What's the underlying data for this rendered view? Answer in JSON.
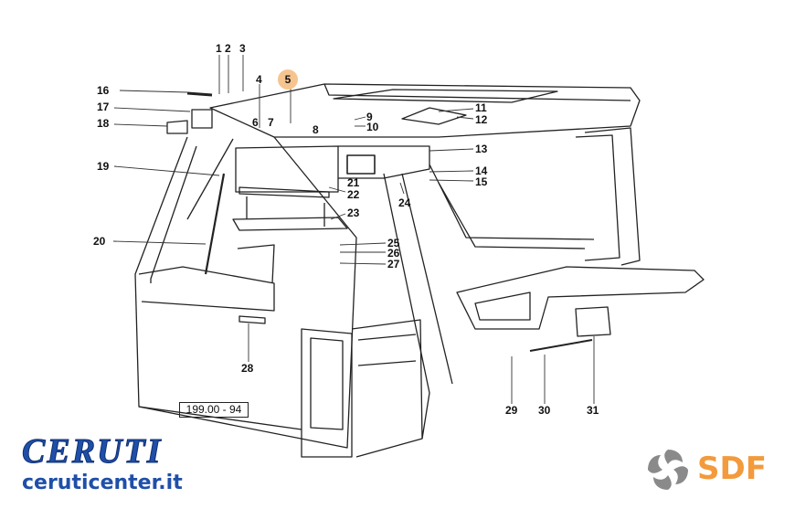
{
  "diagram": {
    "parts": [
      {
        "id": "p1",
        "label": "1"
      },
      {
        "id": "p2",
        "label": "2"
      },
      {
        "id": "p3",
        "label": "3"
      },
      {
        "id": "p4",
        "label": "4"
      },
      {
        "id": "p5",
        "label": "5"
      },
      {
        "id": "p6",
        "label": "6"
      },
      {
        "id": "p7",
        "label": "7"
      },
      {
        "id": "p8",
        "label": "8"
      },
      {
        "id": "p9",
        "label": "9"
      },
      {
        "id": "p10",
        "label": "10"
      },
      {
        "id": "p11",
        "label": "11"
      },
      {
        "id": "p12",
        "label": "12"
      },
      {
        "id": "p13",
        "label": "13"
      },
      {
        "id": "p14",
        "label": "14"
      },
      {
        "id": "p15",
        "label": "15"
      },
      {
        "id": "p16",
        "label": "16"
      },
      {
        "id": "p17",
        "label": "17"
      },
      {
        "id": "p18",
        "label": "18"
      },
      {
        "id": "p19",
        "label": "19"
      },
      {
        "id": "p20",
        "label": "20"
      },
      {
        "id": "p21",
        "label": "21"
      },
      {
        "id": "p22",
        "label": "22"
      },
      {
        "id": "p23",
        "label": "23"
      },
      {
        "id": "p24",
        "label": "24"
      },
      {
        "id": "p25",
        "label": "25"
      },
      {
        "id": "p26",
        "label": "26"
      },
      {
        "id": "p27",
        "label": "27"
      },
      {
        "id": "p28",
        "label": "28"
      },
      {
        "id": "p29",
        "label": "29"
      },
      {
        "id": "p30",
        "label": "30"
      },
      {
        "id": "p31",
        "label": "31"
      }
    ],
    "highlighted_part": "5",
    "highlight_color": "#f6c48f",
    "drawing_reference": "199.00 - 94"
  },
  "branding": {
    "dealer_name": "CERUTI",
    "dealer_site": "ceruticenter.it",
    "dealer_color": "#1f4fa8",
    "manufacturer_logo_text": "SDF",
    "manufacturer_color": "#f39a3c",
    "logo_icon": "sdf-swirl-icon"
  }
}
